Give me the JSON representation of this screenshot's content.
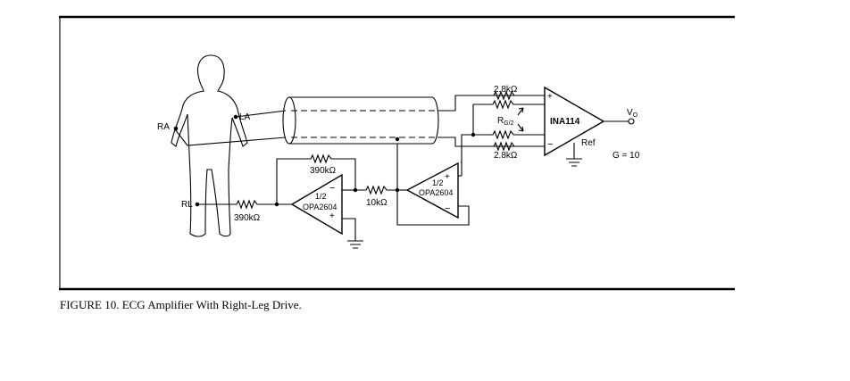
{
  "figure": {
    "caption": "FIGURE 10. ECG Amplifier With Right-Leg Drive."
  },
  "labels": {
    "ra": "RA",
    "la": "LA",
    "rl": "RL",
    "r_top": "2.8kΩ",
    "r_bottom": "2.8kΩ",
    "rg_main": "R",
    "rg_sub": "G/2",
    "ina": "INA114",
    "ina_plus": "+",
    "ina_minus": "−",
    "ref": "Ref",
    "vo_main": "V",
    "vo_sub": "O",
    "gain": "G = 10",
    "r_feedback": "390kΩ",
    "r_input": "390kΩ",
    "r_10k": "10kΩ",
    "opamp1_half": "1/2",
    "opamp1_name": "OPA2604",
    "opamp1_minus": "−",
    "opamp1_plus": "+",
    "opamp2_half": "1/2",
    "opamp2_name": "OPA2604",
    "opamp2_plus": "+",
    "opamp2_minus": "−"
  }
}
